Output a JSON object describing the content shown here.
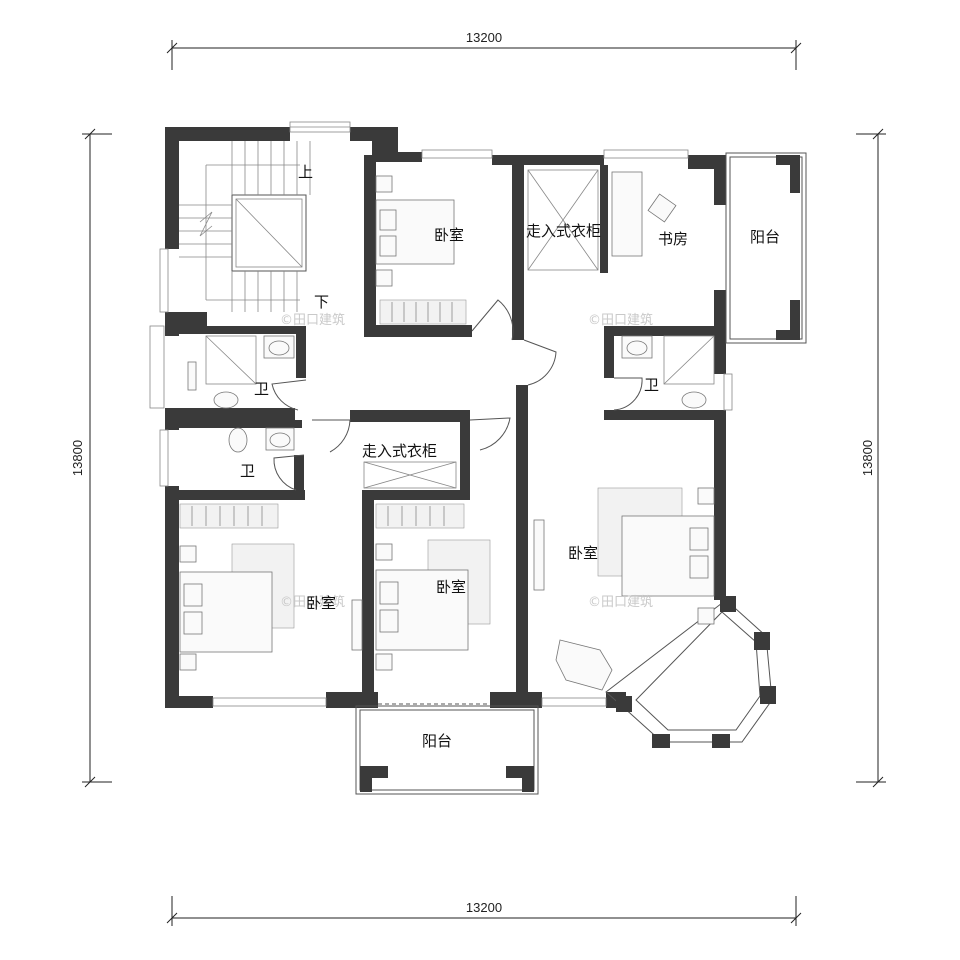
{
  "dimensions": {
    "top": "13200",
    "bottom": "13200",
    "left": "13800",
    "right": "13800"
  },
  "rooms": {
    "bedroom_north": "卧室",
    "walkin_north": "走入式衣柜",
    "study": "书房",
    "balcony_east": "阳台",
    "bath_west_upper": "卫",
    "bath_west_lower": "卫",
    "bath_east": "卫",
    "walkin_center": "走入式衣柜",
    "bedroom_southwest": "卧室",
    "bedroom_south_center": "卧室",
    "bedroom_southeast": "卧室",
    "balcony_south": "阳台"
  },
  "stair": {
    "up": "上",
    "down": "下"
  },
  "watermark": "©田口建筑"
}
